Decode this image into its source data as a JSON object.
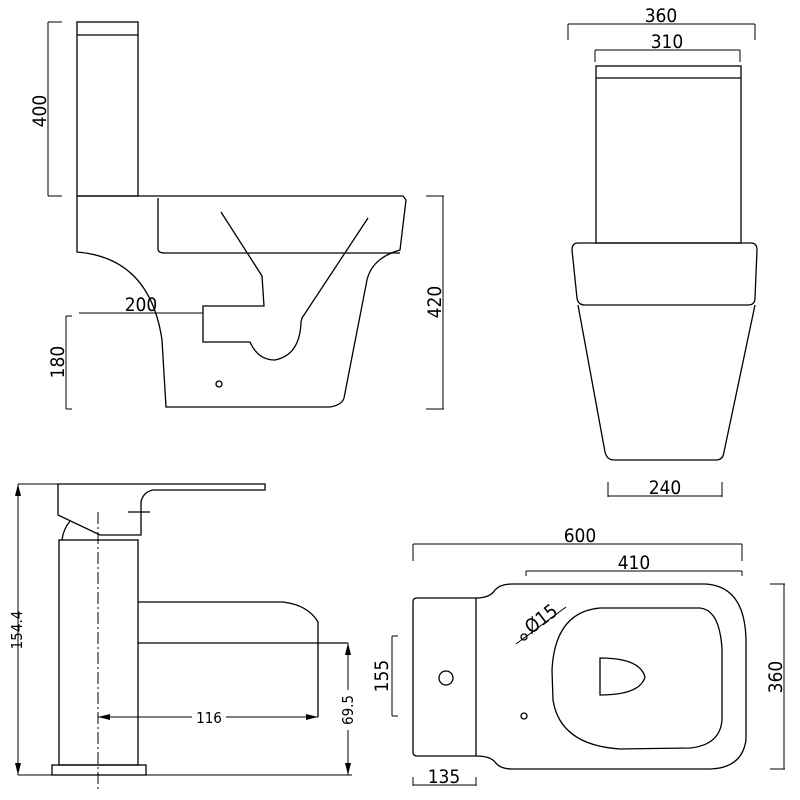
{
  "side_view": {
    "tank_height": "400",
    "outlet_distance": "200",
    "total_height": "420",
    "outlet_height": "180"
  },
  "front_view": {
    "width_top": "360",
    "tank_width": "310",
    "base_width": "240"
  },
  "faucet_view": {
    "height": "154.4",
    "spout_reach": "116",
    "spout_height": "69.5"
  },
  "top_view": {
    "length": "600",
    "bowl_length": "410",
    "hole_diameter": "Ø15",
    "hole_offset": "155",
    "width": "360",
    "tank_depth": "135"
  },
  "colors": {
    "line": "#000000",
    "background": "#ffffff"
  }
}
